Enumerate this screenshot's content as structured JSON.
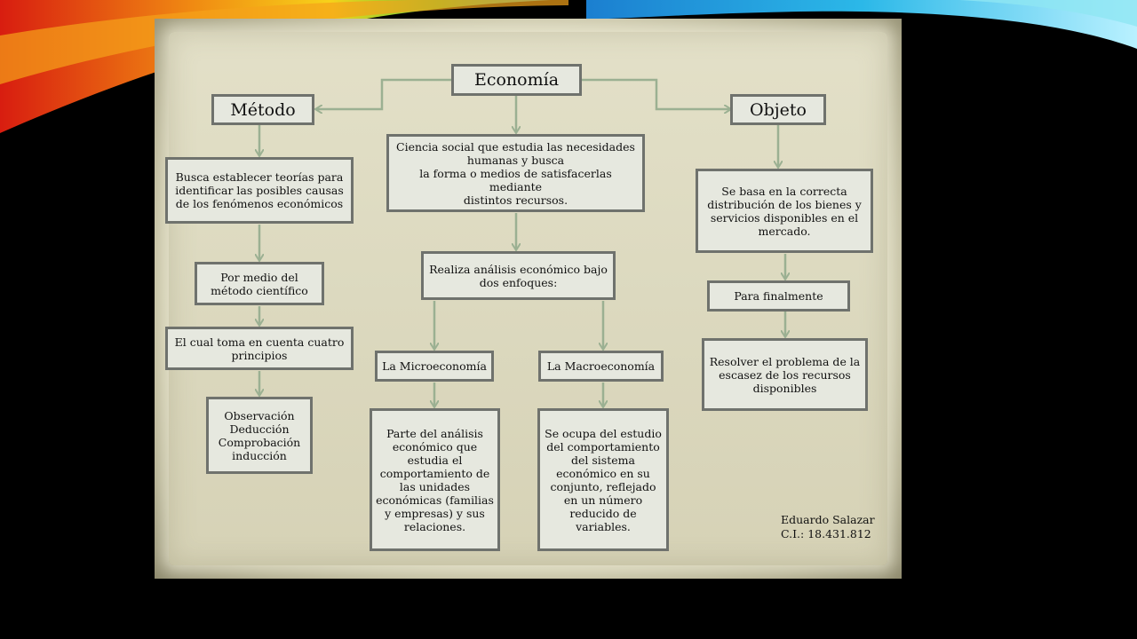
{
  "diagram": {
    "root": "Economía",
    "left": {
      "title": "Método",
      "steps": [
        "Busca establecer teorías para\nidentificar las posibles causas\nde los fenómenos económicos",
        "Por medio del\nmétodo científico",
        "El cual toma en cuenta cuatro\nprincipios",
        "Observación\nDeducción\nComprobación\ninducción"
      ]
    },
    "center": {
      "definition": "Ciencia social que estudia las necesidades\nhumanas  y busca\nla forma o medios de satisfacerlas mediante\ndistintos recursos.",
      "analysis": "Realiza análisis económico bajo\ndos enfoques:",
      "micro": {
        "title": "La Microeconomía",
        "text": "Parte del análisis\neconómico que\nestudia el\ncomportamiento de\nlas unidades\neconómicas (familias\ny empresas) y sus\nrelaciones."
      },
      "macro": {
        "title": "La Macroeconomía",
        "text": "Se ocupa del estudio\ndel comportamiento\ndel sistema\neconómico en su\nconjunto, reflejado\nen un número\nreducido de\nvariables."
      }
    },
    "right": {
      "title": "Objeto",
      "steps": [
        "Se basa en la correcta\ndistribución de los bienes y\nservicios disponibles en el\nmercado.",
        "Para finalmente",
        "Resolver el problema de la\nescasez de los recursos\ndisponibles"
      ]
    },
    "author": {
      "name": "Eduardo Salazar",
      "id": "C.I.: 18.431.812"
    }
  },
  "colors": {
    "box_fill": "#e6e8df",
    "box_border": "#6f726d",
    "connector": "#9bb092",
    "paper": "#dcd9bf",
    "background": "#000000"
  }
}
